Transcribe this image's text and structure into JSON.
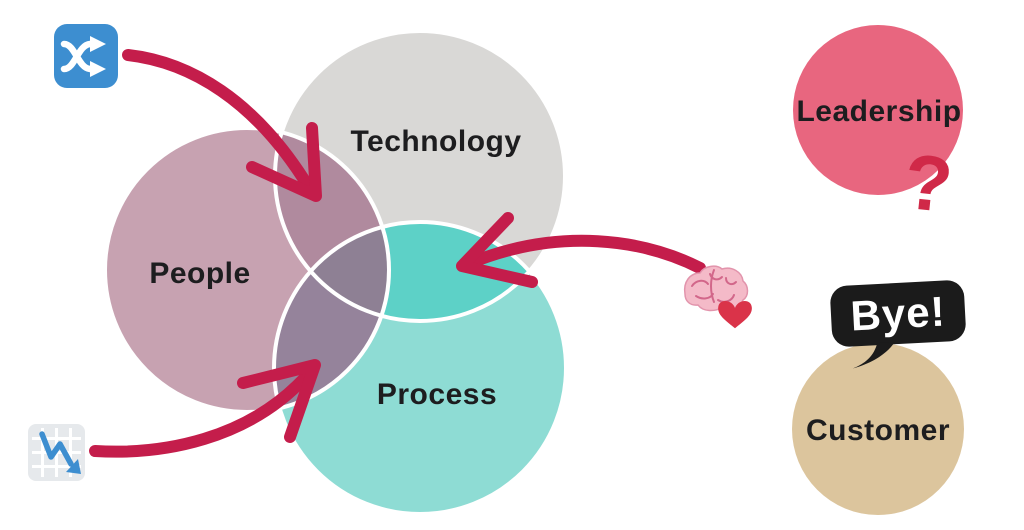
{
  "title": "People Process Technology venn diagram infographic",
  "background": "#ffffff",
  "text_color": "#1d1d1f",
  "venn": {
    "labels": {
      "technology": "Technology",
      "people": "People",
      "process": "Process"
    },
    "colors": {
      "technology": "#d9d8d6",
      "people": "#c7a2b1",
      "process": "#8edcd4",
      "tech_people": "#b08a9e",
      "tech_process": "#5dd1c7",
      "people_process": "#95839b",
      "center": "#8e8094",
      "outline": "#ffffff"
    }
  },
  "arrows": {
    "color": "#c41d4b"
  },
  "leadership": {
    "label": "Leadership",
    "circle_color": "#e8667f",
    "question_mark": "?",
    "question_color": "#d02948"
  },
  "customer": {
    "label": "Customer",
    "circle_color": "#dcc59d",
    "bubble": {
      "text": "Bye!",
      "bg": "#1b1b1b",
      "text_color": "#ffffff"
    }
  },
  "icons": {
    "shuffle": {
      "bg": "#3d8ed0",
      "glyph": "#ffffff"
    },
    "chart_down": {
      "bg": "#e6e9ec",
      "grid": "#ffffff",
      "line": "#3d8ed0"
    },
    "brain": {
      "fill": "#f4bac8",
      "lines": "#d2678a"
    },
    "heart": {
      "fill": "#da3349"
    }
  }
}
